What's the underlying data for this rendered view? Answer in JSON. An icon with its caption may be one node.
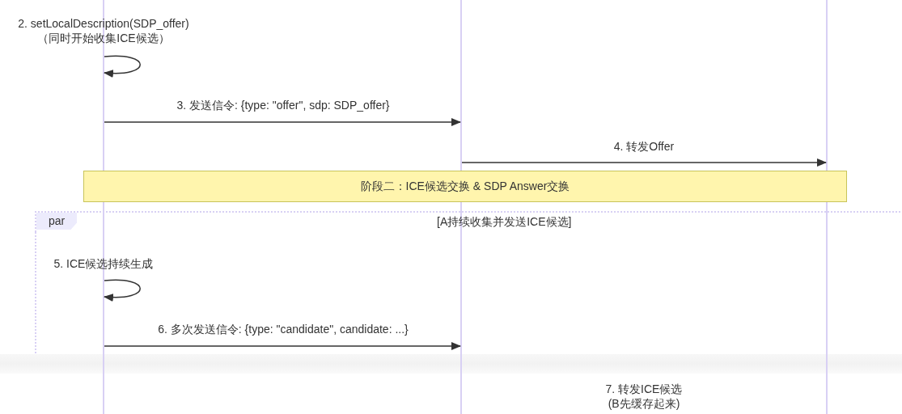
{
  "diagram": {
    "nodes": [
      {
        "text": [],
        "shape": "bar"
      },
      {
        "text": [],
        "shape": "bar"
      },
      {
        "text": [],
        "shape": "bar"
      },
      {
        "text": [
          "阶段二：ICE候选交换 & SDP Answer交换"
        ]
      },
      {
        "text": [
          "par",
          "[A持续收集并发送ICE候选]"
        ]
      },
      {
        "text": [],
        "shape": "band"
      }
    ],
    "edges": [
      {
        "from": 0,
        "to": 0,
        "arrow": "to",
        "label": "2. setLocalDescription(SDP_offer) （同时开始收集ICE候选）"
      },
      {
        "from": 0,
        "to": 1,
        "arrow": "to",
        "label": "3. 发送信令: {type: \"offer\", sdp: SDP_offer}"
      },
      {
        "from": 1,
        "to": 2,
        "arrow": "to",
        "label": "4. 转发Offer"
      },
      {
        "from": 0,
        "to": 0,
        "arrow": "to",
        "label": "5. ICE候选持续生成"
      },
      {
        "from": 0,
        "to": 1,
        "arrow": "to",
        "label": "6. 多次发送信令: {type: \"candidate\", candidate: ...}"
      }
    ],
    "labels": [
      "7. 转发ICE候选 (B先缓存起来)"
    ]
  }
}
